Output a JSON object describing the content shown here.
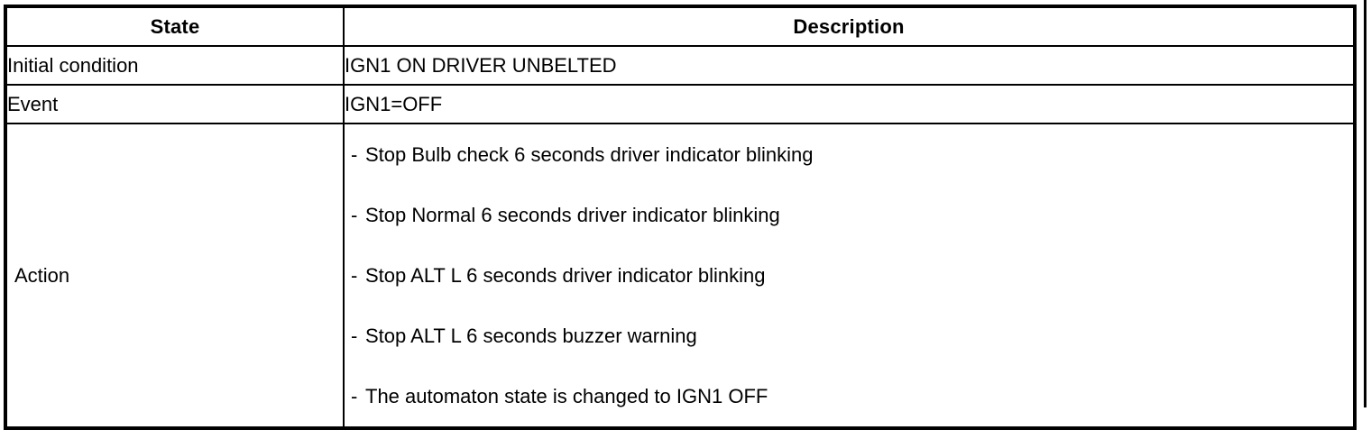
{
  "table": {
    "columns": [
      {
        "key": "state",
        "label": "State"
      },
      {
        "key": "description",
        "label": "Description"
      }
    ],
    "rows": [
      {
        "state": "Initial condition",
        "description": "IGN1 ON DRIVER UNBELTED"
      },
      {
        "state": "Event",
        "description": "IGN1=OFF"
      }
    ],
    "action_row": {
      "state": "Action",
      "bullet": "-",
      "items": [
        "Stop Bulb check 6 seconds driver indicator blinking",
        "Stop Normal 6 seconds driver indicator blinking",
        "Stop ALT L 6 seconds driver indicator blinking",
        "Stop ALT L 6 seconds buzzer warning",
        "The automaton state is changed to IGN1 OFF"
      ]
    }
  },
  "colors": {
    "border": "#000000",
    "background": "#ffffff",
    "text": "#000000"
  }
}
